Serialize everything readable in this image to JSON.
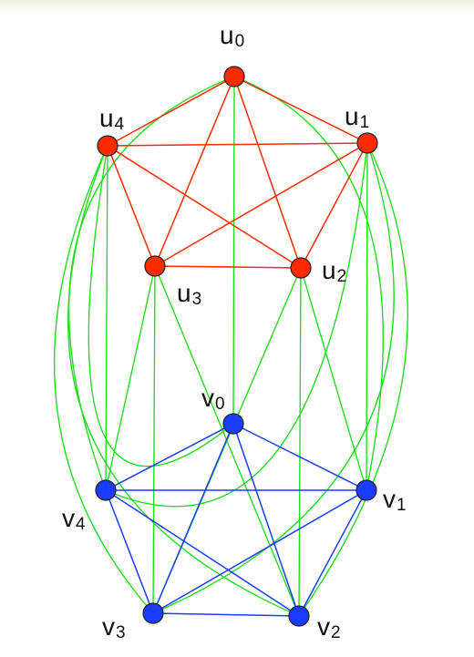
{
  "graph": {
    "colors": {
      "top_cycle": "#ff2a00",
      "bottom_cycle": "#1a3cff",
      "cross_edges": "#22dd22",
      "label": "#111111"
    },
    "labels": {
      "u0": {
        "main": "u",
        "sub": "0"
      },
      "u1": {
        "main": "u",
        "sub": "1"
      },
      "u2": {
        "main": "u",
        "sub": "2"
      },
      "u3": {
        "main": "u",
        "sub": "3"
      },
      "u4": {
        "main": "u",
        "sub": "4"
      },
      "v0": {
        "main": "v",
        "sub": "0"
      },
      "v1": {
        "main": "v",
        "sub": "1"
      },
      "v2": {
        "main": "v",
        "sub": "2"
      },
      "v3": {
        "main": "v",
        "sub": "3"
      },
      "v4": {
        "main": "v",
        "sub": "4"
      }
    },
    "vertices_u": [
      "u0",
      "u1",
      "u2",
      "u3",
      "u4"
    ],
    "vertices_v": [
      "v0",
      "v1",
      "v2",
      "v3",
      "v4"
    ],
    "edges_u": [
      [
        "u0",
        "u1"
      ],
      [
        "u0",
        "u2"
      ],
      [
        "u0",
        "u3"
      ],
      [
        "u0",
        "u4"
      ],
      [
        "u1",
        "u2"
      ],
      [
        "u1",
        "u3"
      ],
      [
        "u1",
        "u4"
      ],
      [
        "u2",
        "u3"
      ],
      [
        "u2",
        "u4"
      ],
      [
        "u3",
        "u4"
      ]
    ],
    "edges_v": [
      [
        "v0",
        "v1"
      ],
      [
        "v0",
        "v2"
      ],
      [
        "v0",
        "v3"
      ],
      [
        "v0",
        "v4"
      ],
      [
        "v1",
        "v2"
      ],
      [
        "v1",
        "v3"
      ],
      [
        "v1",
        "v4"
      ],
      [
        "v2",
        "v3"
      ],
      [
        "v2",
        "v4"
      ],
      [
        "v3",
        "v4"
      ]
    ],
    "edges_cross": [
      [
        "u0",
        "v0"
      ],
      [
        "u0",
        "v1"
      ],
      [
        "u0",
        "v4"
      ],
      [
        "u1",
        "v1"
      ],
      [
        "u1",
        "v2"
      ],
      [
        "u1",
        "v3"
      ],
      [
        "u1",
        "v4"
      ],
      [
        "u2",
        "v1"
      ],
      [
        "u2",
        "v2"
      ],
      [
        "u2",
        "v3"
      ],
      [
        "u3",
        "v2"
      ],
      [
        "u3",
        "v3"
      ],
      [
        "u3",
        "v4"
      ],
      [
        "u4",
        "v0"
      ],
      [
        "u4",
        "v2"
      ],
      [
        "u4",
        "v3"
      ],
      [
        "u4",
        "v4"
      ]
    ]
  }
}
